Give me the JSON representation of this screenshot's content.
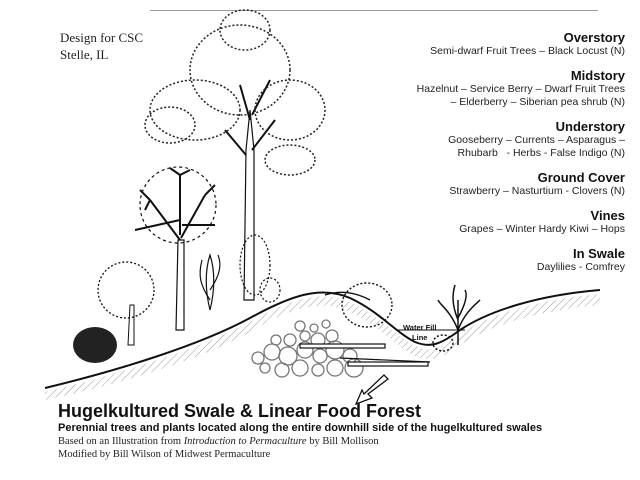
{
  "header": {
    "design_for": "Design for CSC",
    "location": "Stelle, IL"
  },
  "layers": [
    {
      "title": "Overstory",
      "lines": [
        "Semi-dwarf Fruit Trees – Black Locust (N)"
      ]
    },
    {
      "title": "Midstory",
      "lines": [
        "Hazelnut – Service Berry – Dwarf Fruit Trees",
        "– Elderberry – Siberian pea shrub (N)"
      ]
    },
    {
      "title": "Understory",
      "lines": [
        "Gooseberry – Currents – Asparagus –",
        "Rhubarb   - Herbs - False Indigo (N)"
      ]
    },
    {
      "title": "Ground Cover",
      "lines": [
        "Strawberry – Nasturtium - Clovers (N)"
      ]
    },
    {
      "title": "Vines",
      "lines": [
        "Grapes – Winter Hardy Kiwi – Hops"
      ]
    },
    {
      "title": "In Swale",
      "lines": [
        "Daylilies - Comfrey"
      ]
    }
  ],
  "diagram_labels": {
    "water_fill_1": "Water Fill",
    "water_fill_2": "Line"
  },
  "caption": {
    "title": "Hugelkultured Swale & Linear Food Forest",
    "subtitle": "Perennial trees and plants located along the entire downhill side of the hugelkultured swales",
    "credit_prefix": "Based on an Illustration from ",
    "credit_book": "Introduction to Permaculture",
    "credit_suffix": " by Bill Mollison",
    "modified_by": "Modified by Bill Wilson of Midwest Permaculture"
  },
  "colors": {
    "ink": "#111111",
    "rule": "#9a9a9a",
    "log_outline": "#777777"
  }
}
